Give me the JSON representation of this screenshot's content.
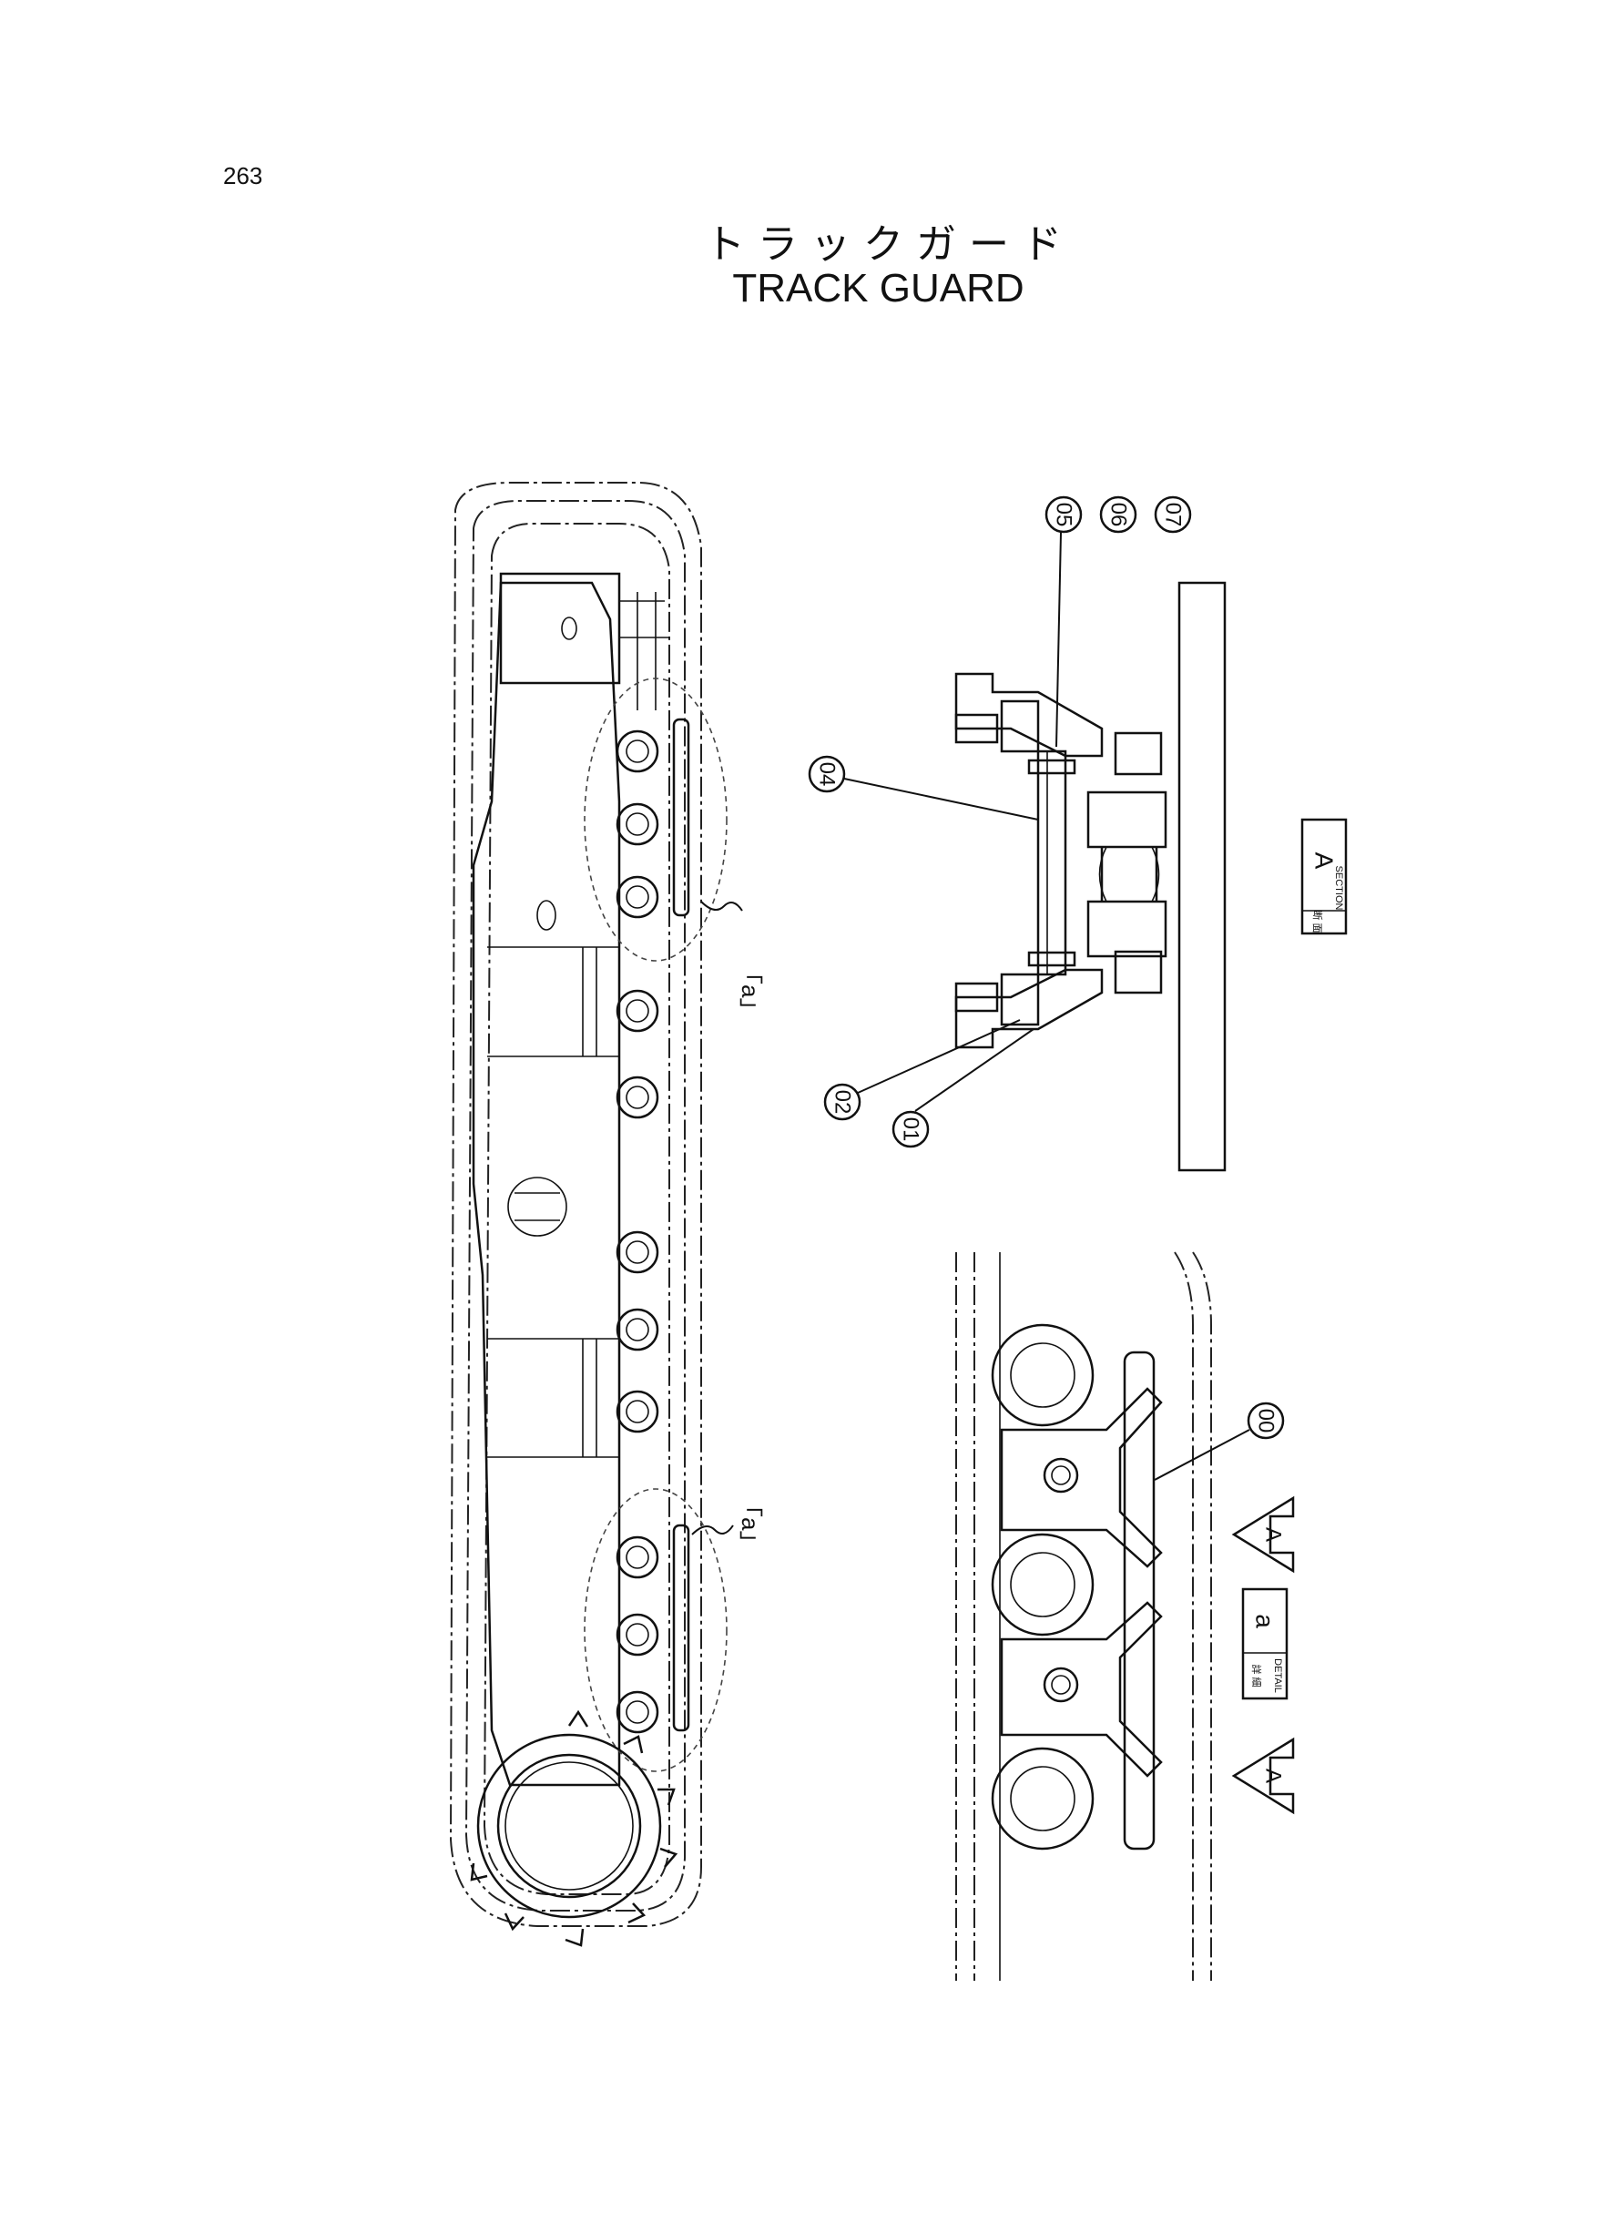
{
  "page_number": "263",
  "title_jp": "トラックガード",
  "title_en": "TRACK GUARD",
  "callouts": {
    "c00": "00",
    "c01": "01",
    "c02": "02",
    "c04": "04",
    "c05": "05",
    "c06": "06",
    "c07": "07"
  },
  "detail_marks": {
    "mark1": "「a」",
    "mark2": "「a」"
  },
  "section_label": {
    "jp": "断 面",
    "en": "SECTION",
    "letter": "A"
  },
  "detail_label": {
    "jp": "詳 細",
    "en": "DETAIL",
    "letter": "a"
  },
  "view_arrows": {
    "arrow1": "A",
    "arrow2": "A"
  }
}
